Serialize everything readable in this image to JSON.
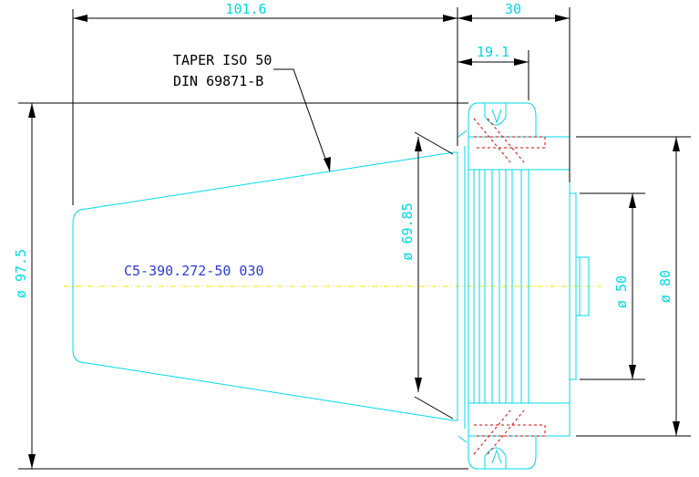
{
  "dimensions": {
    "overall_length": "101.6",
    "flange_length": "30",
    "flange_groove": "19.1",
    "taper_diameter": "ø 69.85",
    "flange_diameter": "ø 97.5",
    "shank_diameter": "ø 50",
    "body_diameter": "ø 80"
  },
  "notes": {
    "taper_line1": "TAPER ISO 50",
    "taper_line2": "DIN 69871-B",
    "part_number": "C5-390.272-50 030"
  },
  "colors": {
    "outline": "#00d8e8",
    "dimension_lines": "#000000",
    "centerline": "#e8e800",
    "hidden_lines": "#e00000",
    "part_number": "#2a3cd8"
  }
}
